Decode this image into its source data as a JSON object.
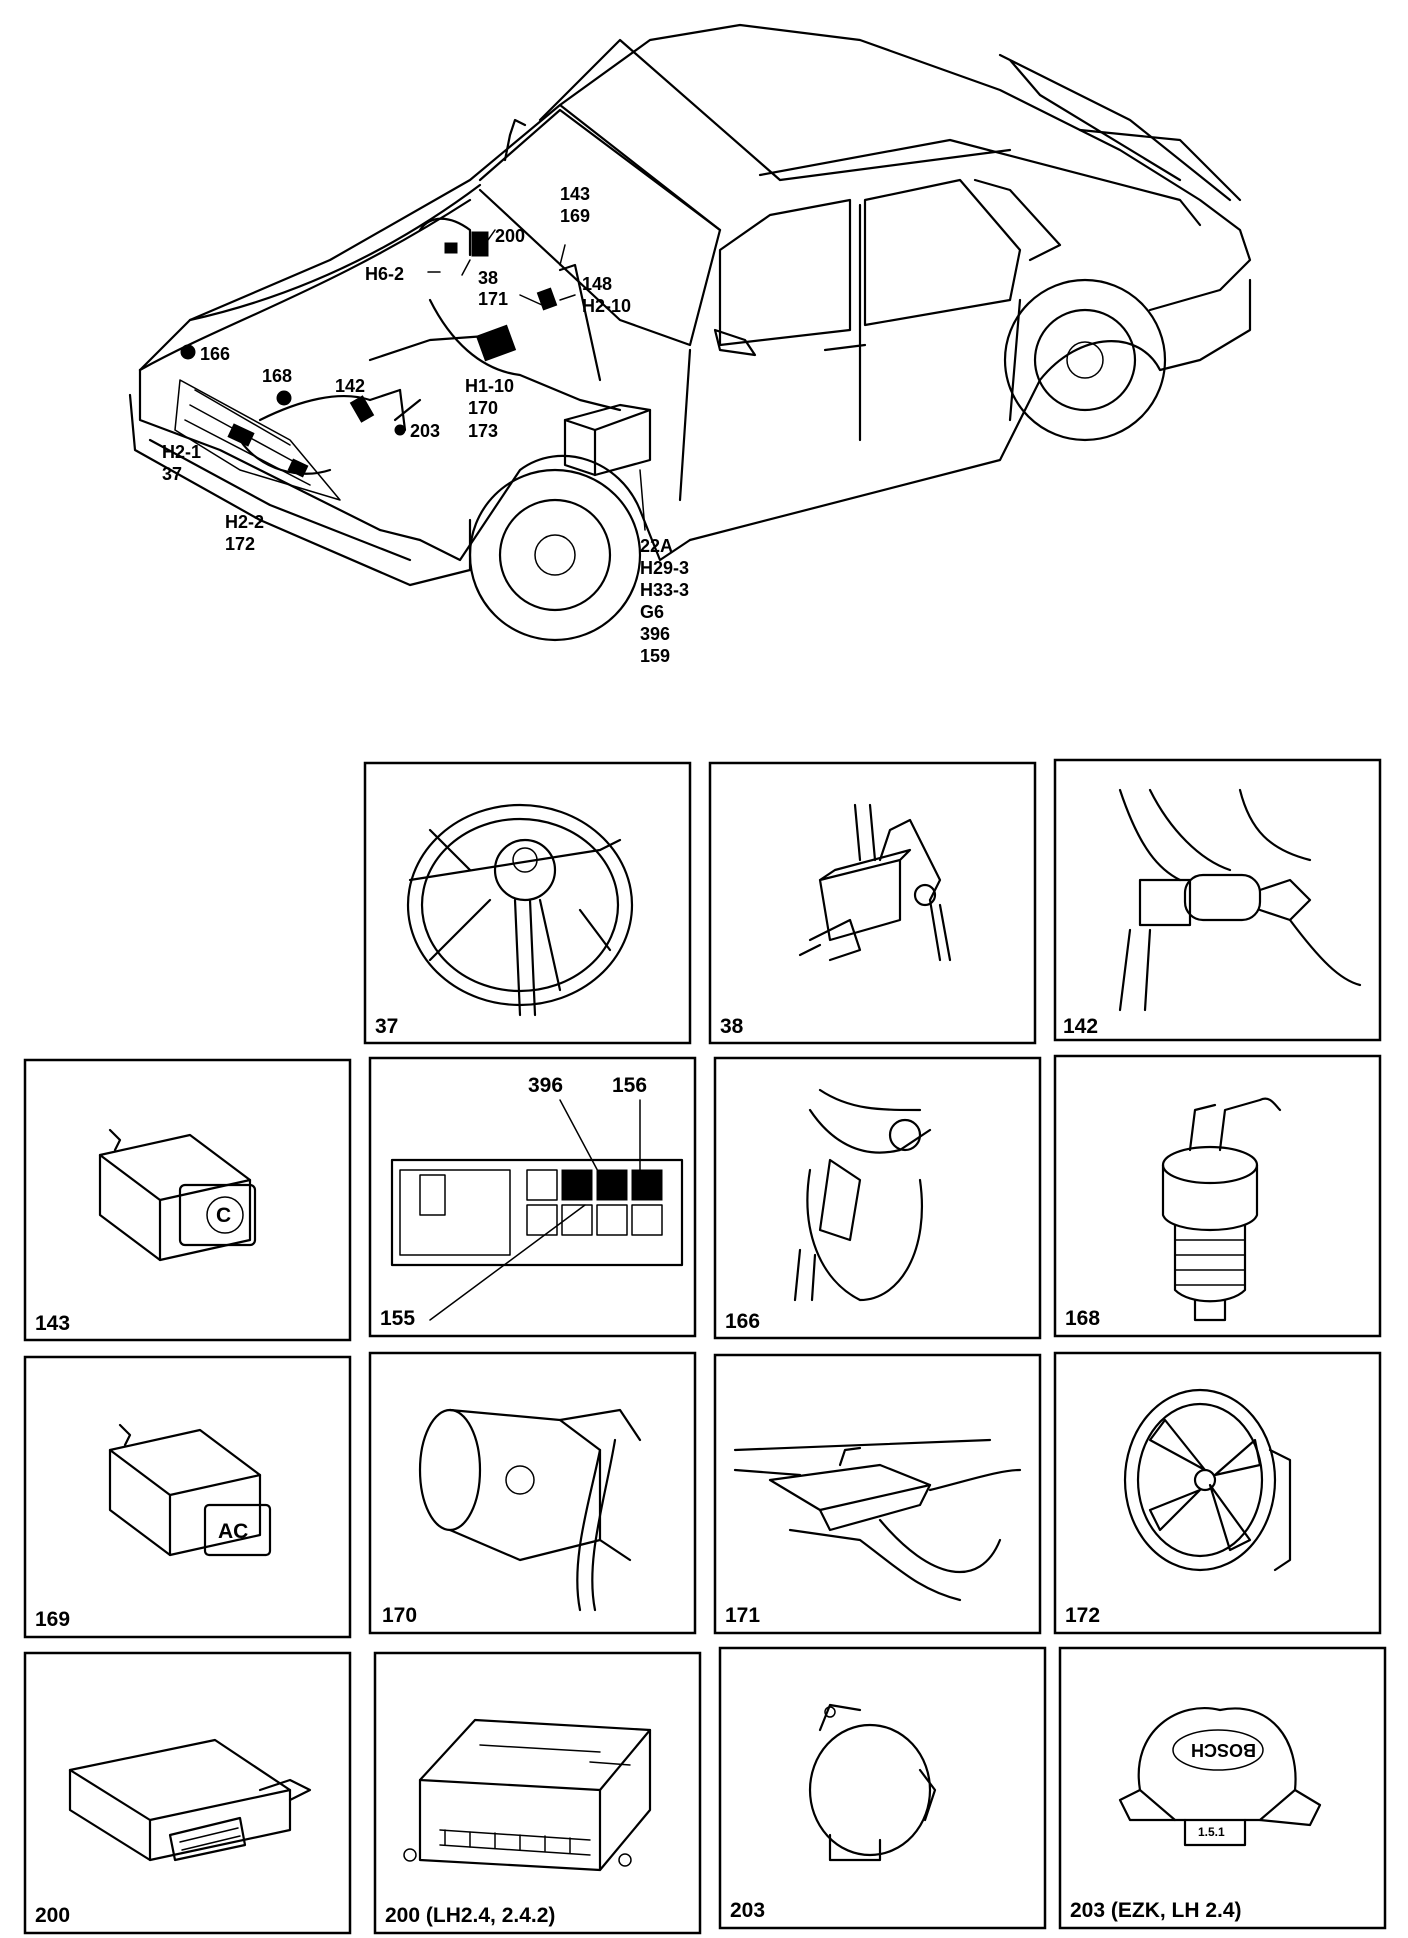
{
  "car_labels": {
    "l143": "143",
    "l169": "169",
    "l200": "200",
    "l38": "38",
    "l148": "148",
    "lH62": "H6-2",
    "l171": "171",
    "lH210": "H2-10",
    "l166": "166",
    "l168": "168",
    "l142": "142",
    "lH110": "H1-10",
    "l170": "170",
    "l173": "173",
    "l203": "203",
    "lH21": "H2-1",
    "l37": "37",
    "lH22": "H2-2",
    "l172": "172",
    "l22A": "22A",
    "lH293": "H29-3",
    "lH333": "H33-3",
    "lG6": "G6",
    "l396": "396",
    "l159": "159"
  },
  "panels": {
    "p37": "37",
    "p38": "38",
    "p142": "142",
    "p143": "143",
    "p155": "155",
    "p166": "166",
    "p168": "168",
    "p169": "169",
    "p170": "170",
    "p171": "171",
    "p172": "172",
    "p200": "200",
    "p200lh": "200 (LH2.4, 2.4.2)",
    "p203": "203",
    "p203ezk": "203 (EZK, LH 2.4)"
  },
  "panel155_callouts": {
    "c396": "396",
    "c156": "156"
  },
  "component_text": {
    "ac": "AC",
    "c": "C",
    "bosch": "BOSCH",
    "relay": "1.5.1"
  }
}
